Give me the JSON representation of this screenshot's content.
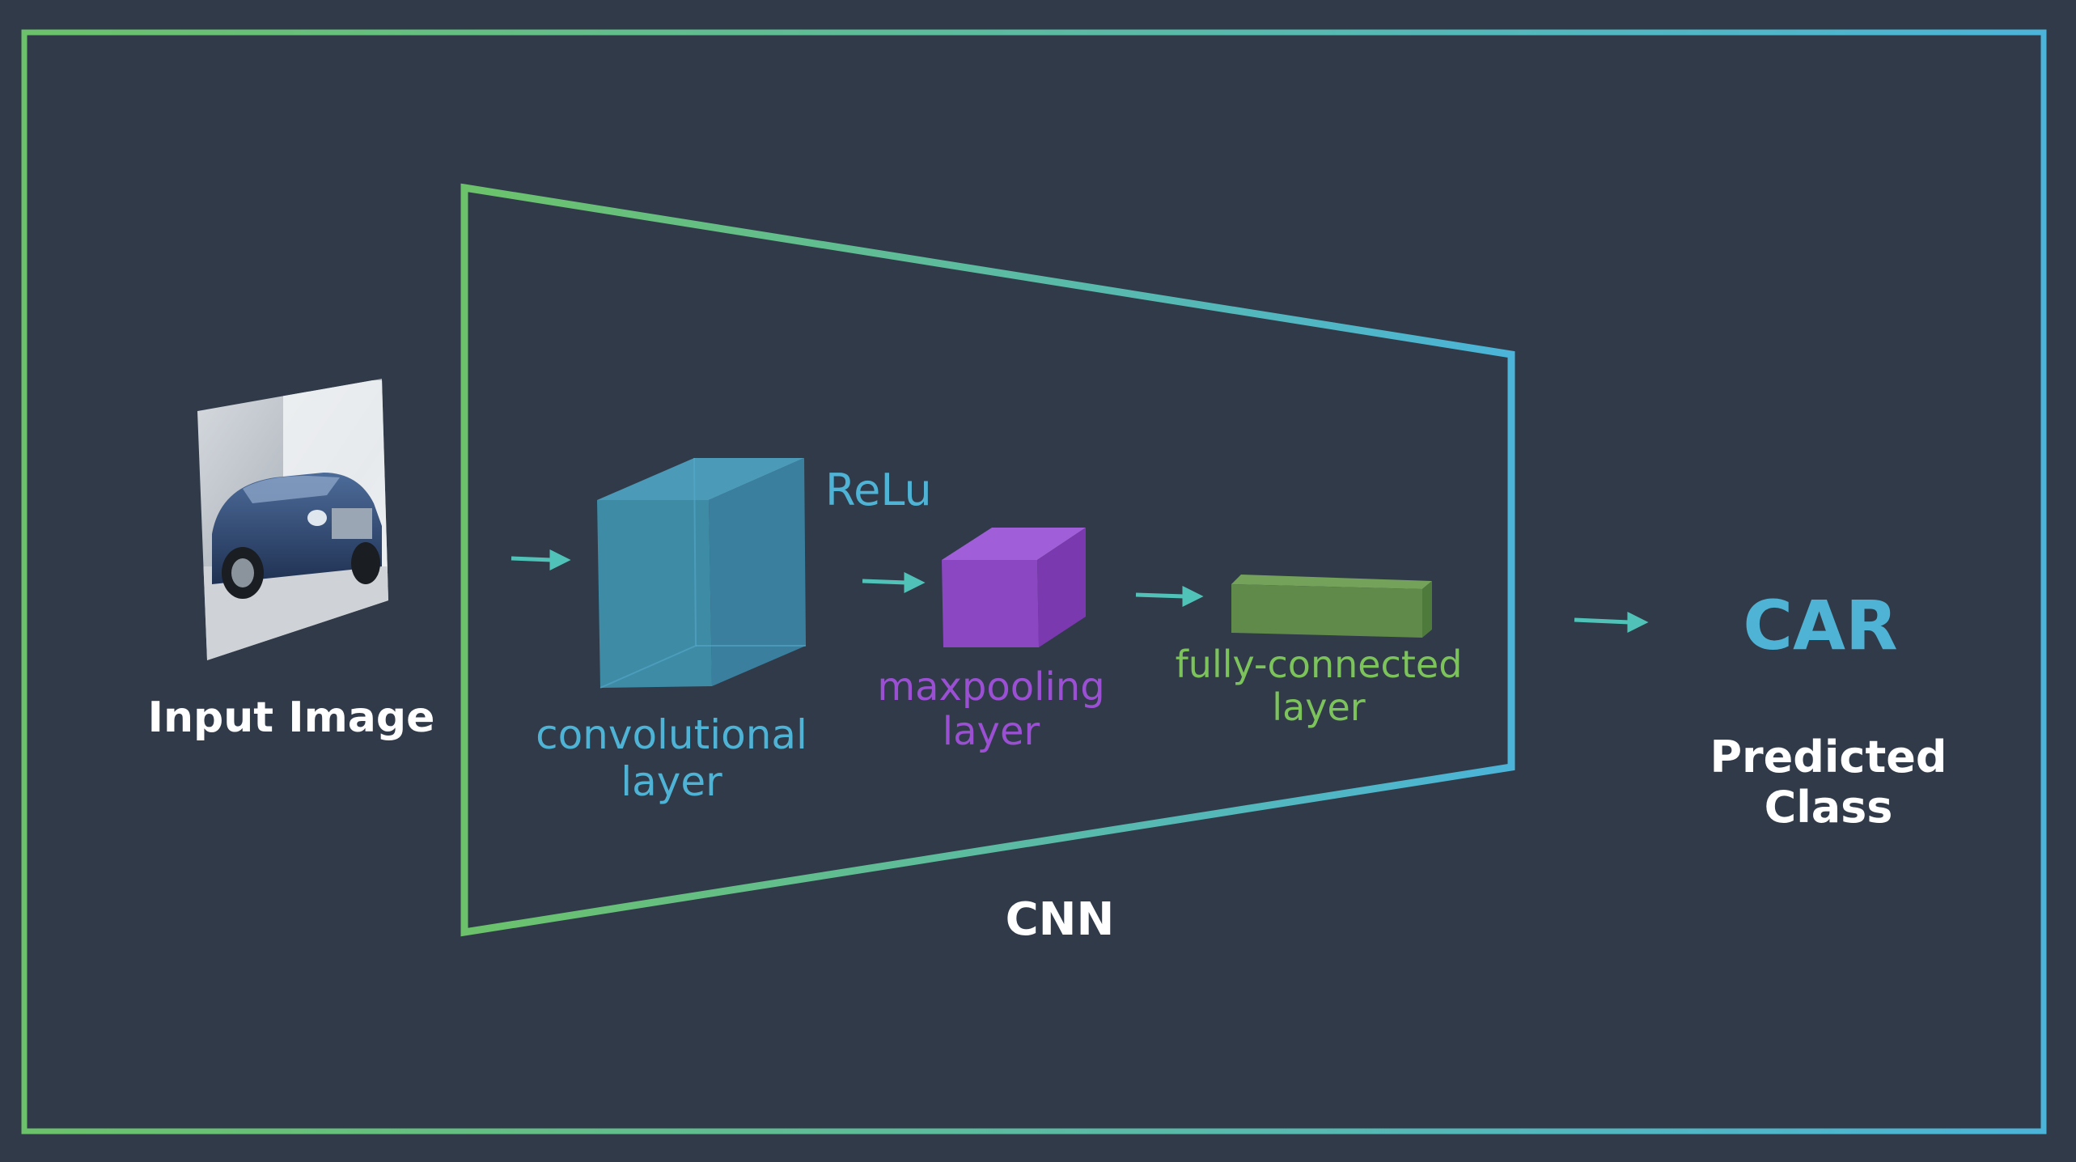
{
  "labels": {
    "input_image": "Input Image",
    "convolutional_layer": "convolutional\nlayer",
    "relu": "ReLu",
    "maxpooling_layer": "maxpooling\nlayer",
    "fully_connected_layer": "fully-connected\nlayer",
    "cnn": "CNN",
    "output_class": "CAR",
    "predicted_class": "Predicted\nClass"
  },
  "colors": {
    "background": "#303a48",
    "frame_gradient_start": "#6cc26a",
    "frame_gradient_end": "#4bb4d8",
    "convolutional": "#3f8fac",
    "maxpooling": "#8b47c2",
    "fully_connected": "#5f8a49",
    "arrow": "#50c2b8",
    "white_text": "#ffffff",
    "blue_text": "#4fb3d6",
    "purple_text": "#9b4fd3",
    "green_text": "#7cc35b"
  },
  "icons": {
    "input_image": "car-photo-icon",
    "arrow": "arrow-right-icon"
  }
}
